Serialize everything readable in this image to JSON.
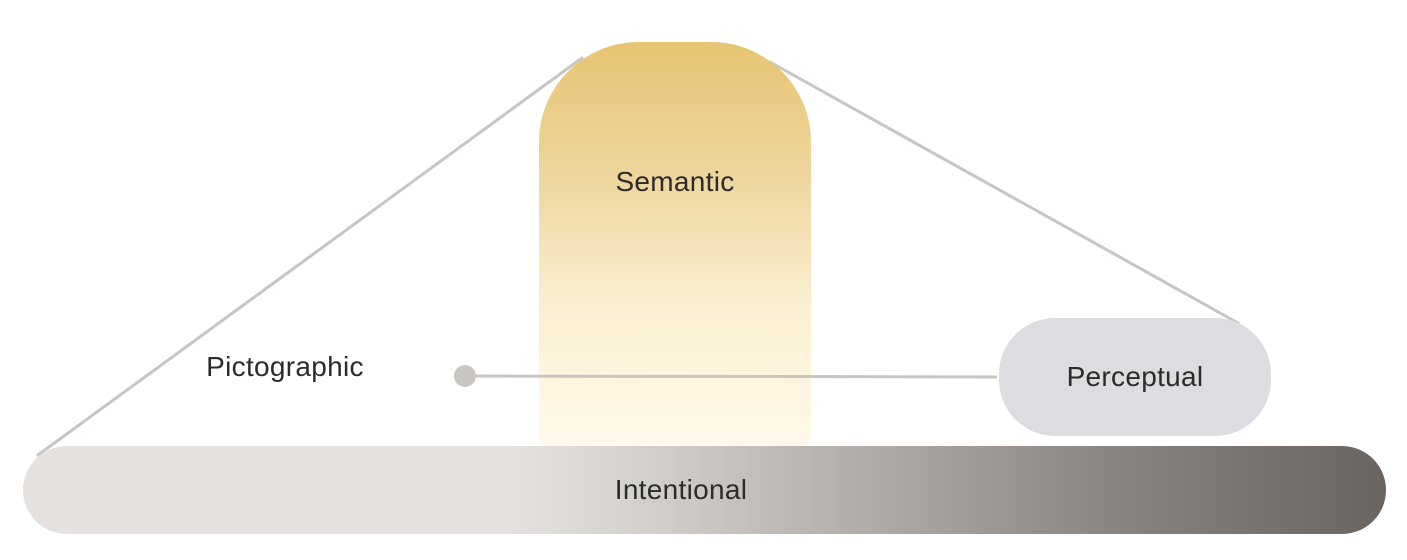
{
  "diagram": {
    "nodes": {
      "semantic": {
        "label": "Semantic",
        "fill_top": "#e6c472",
        "fill_bottom": "#fff9ea"
      },
      "pictographic": {
        "label": "Pictographic"
      },
      "perceptual": {
        "label": "Perceptual",
        "fill": "#dcdde0"
      },
      "intentional": {
        "label": "Intentional",
        "fill_start": "#e5e1de",
        "fill_end": "#6a6461"
      }
    },
    "connectors": [
      {
        "from": "intentional",
        "to": "semantic"
      },
      {
        "from": "semantic",
        "to": "perceptual"
      },
      {
        "from": "pictographic",
        "to": "perceptual",
        "start_marker": "dot"
      }
    ],
    "colors": {
      "line": "#c8c5c2",
      "dot": "#c8c5c2",
      "text": "#2b2b2b"
    }
  }
}
